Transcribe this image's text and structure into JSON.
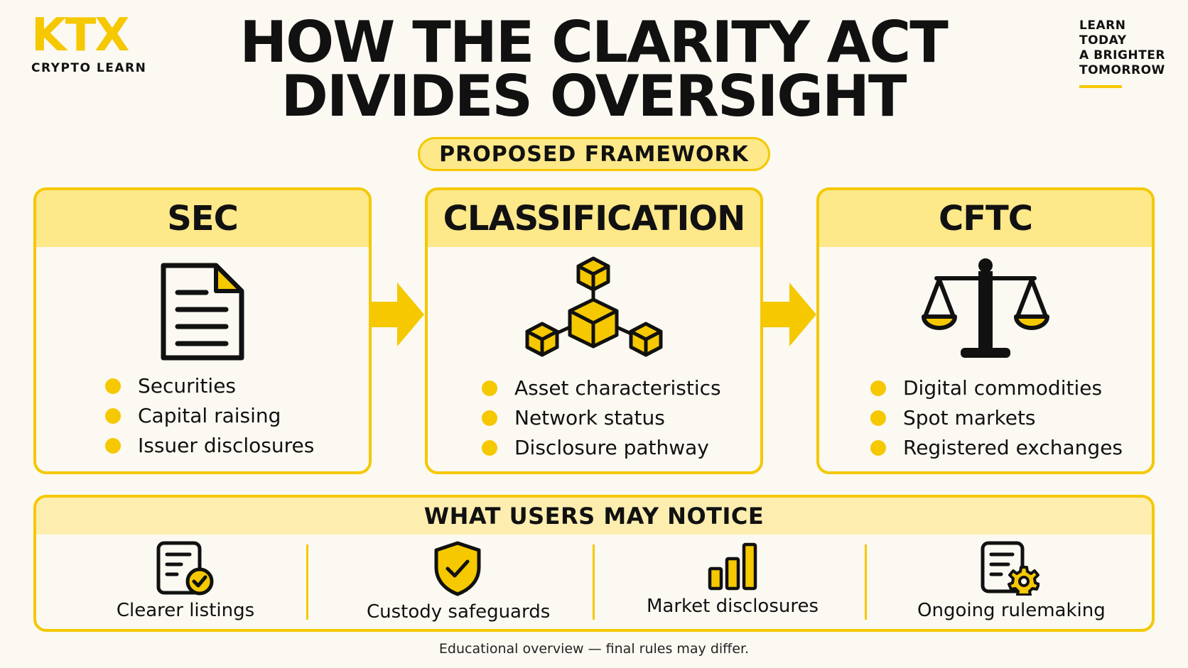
{
  "brand": {
    "logo": "KTX",
    "subtitle": "CRYPTO LEARN"
  },
  "tagline": [
    "LEARN",
    "TODAY",
    "A BRIGHTER",
    "TOMORROW"
  ],
  "title": [
    "HOW THE CLARITY ACT",
    "DIVIDES OVERSIGHT"
  ],
  "pill": "PROPOSED FRAMEWORK",
  "panels": [
    {
      "title": "SEC",
      "icon": "document-icon",
      "items": [
        "Securities",
        "Capital raising",
        "Issuer disclosures"
      ]
    },
    {
      "title": "CLASSIFICATION",
      "icon": "blockchain-cubes-icon",
      "items": [
        "Asset characteristics",
        "Network status",
        "Disclosure pathway"
      ]
    },
    {
      "title": "CFTC",
      "icon": "scales-icon",
      "items": [
        "Digital commodities",
        "Spot markets",
        "Registered exchanges"
      ]
    }
  ],
  "notice": {
    "title": "WHAT USERS MAY NOTICE",
    "items": [
      {
        "label": "Clearer listings",
        "icon": "checklist-icon"
      },
      {
        "label": "Custody safeguards",
        "icon": "shield-check-icon"
      },
      {
        "label": "Market disclosures",
        "icon": "bar-chart-icon"
      },
      {
        "label": "Ongoing rulemaking",
        "icon": "document-gear-icon"
      }
    ]
  },
  "footnote": "Educational overview — final rules may differ.",
  "colors": {
    "accent": "#f5c800",
    "accent_light": "#fde88a",
    "ink": "#111111",
    "background": "#fbf9f2"
  }
}
